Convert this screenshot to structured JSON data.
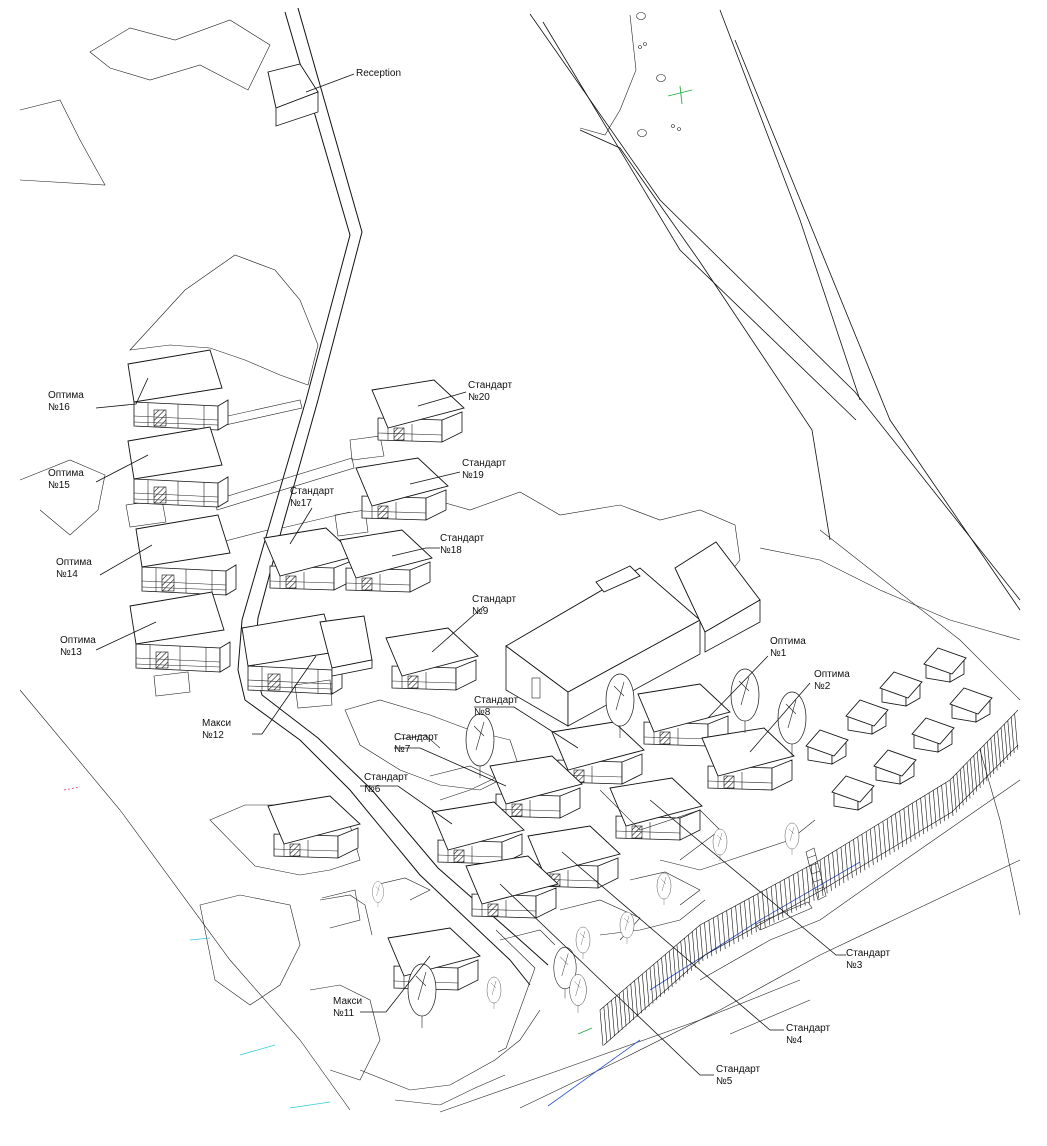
{
  "labels": {
    "reception": "Reception",
    "optima16_type": "Оптима",
    "optima16_num": "№16",
    "optima15_type": "Оптима",
    "optima15_num": "№15",
    "optima14_type": "Оптима",
    "optima14_num": "№14",
    "optima13_type": "Оптима",
    "optima13_num": "№13",
    "maxi12_type": "Макси",
    "maxi12_num": "№12",
    "standard20_type": "Стандарт",
    "standard20_num": "№20",
    "standard19_type": "Стандарт",
    "standard19_num": "№19",
    "standard18_type": "Стандарт",
    "standard18_num": "№18",
    "standard17_type": "Стандарт",
    "standard17_num": "№17",
    "standard9_type": "Стандарт",
    "standard9_num": "№9",
    "optima1_type": "Оптима",
    "optima1_num": "№1",
    "optima2_type": "Оптима",
    "optima2_num": "№2",
    "standard8_type": "Стандарт",
    "standard8_num": "№8",
    "standard7_type": "Стандарт",
    "standard7_num": "№7",
    "standard6_type": "Стандарт",
    "standard6_num": "№6",
    "standard3_type": "Стандарт",
    "standard3_num": "№3",
    "standard4_type": "Стандарт",
    "standard4_num": "№4",
    "standard5_type": "Стандарт",
    "standard5_num": "№5",
    "maxi11_type": "Макси",
    "maxi11_num": "№11"
  },
  "colors": {
    "line": "#111111",
    "accent_blue": "#3355cc",
    "accent_cyan": "#33ccdd",
    "accent_green": "#22aa44",
    "accent_pink": "#dd3377"
  }
}
